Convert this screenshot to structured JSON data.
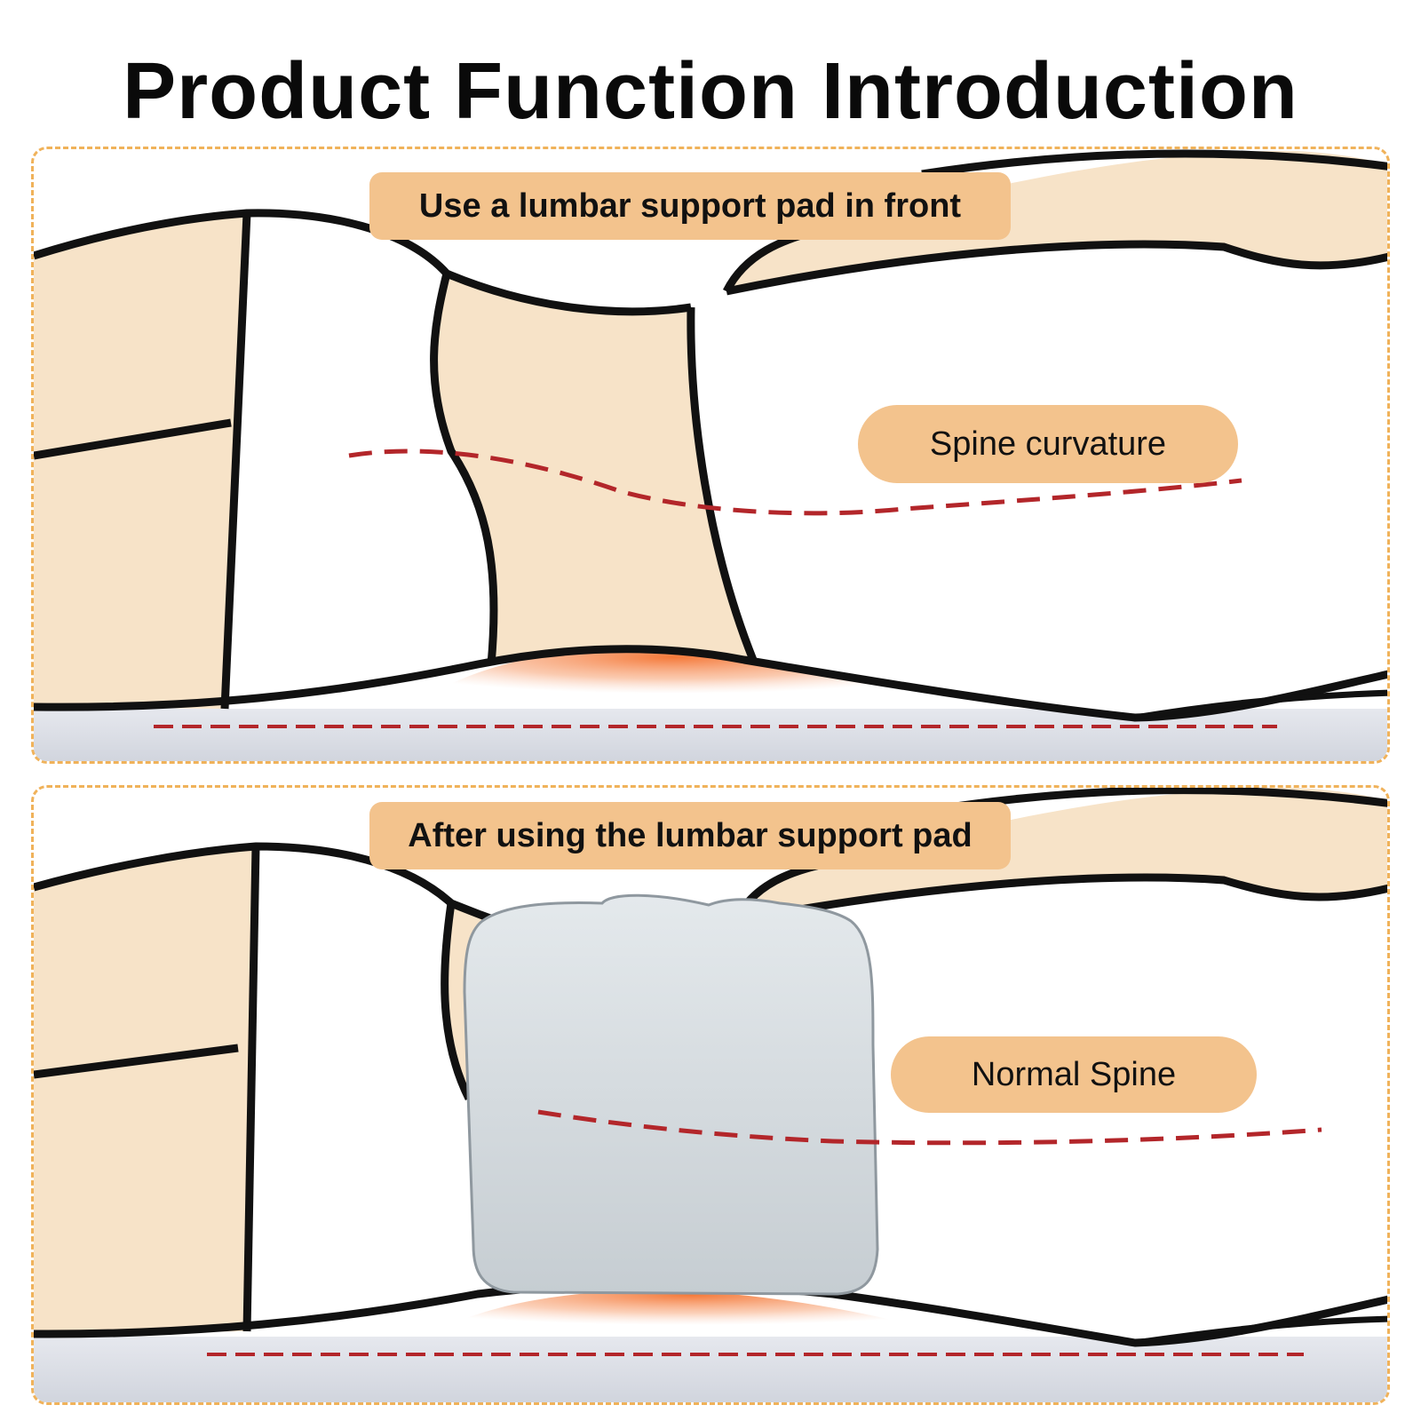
{
  "title": "Product Function Introduction",
  "panels": {
    "before": {
      "header": "Use a lumbar support pad in front",
      "note": "Spine curvature"
    },
    "after": {
      "header": "After using the lumbar support pad",
      "note": "Normal Spine"
    }
  },
  "colors": {
    "skin": "#f7e3c8",
    "outline": "#111111",
    "pill": "#f3c38d",
    "spine_line": "#b3262a",
    "frame": "#f0b25a",
    "floor": "#d9dce4",
    "pressure": "#f4722f",
    "pad": "#d3dbe0"
  }
}
